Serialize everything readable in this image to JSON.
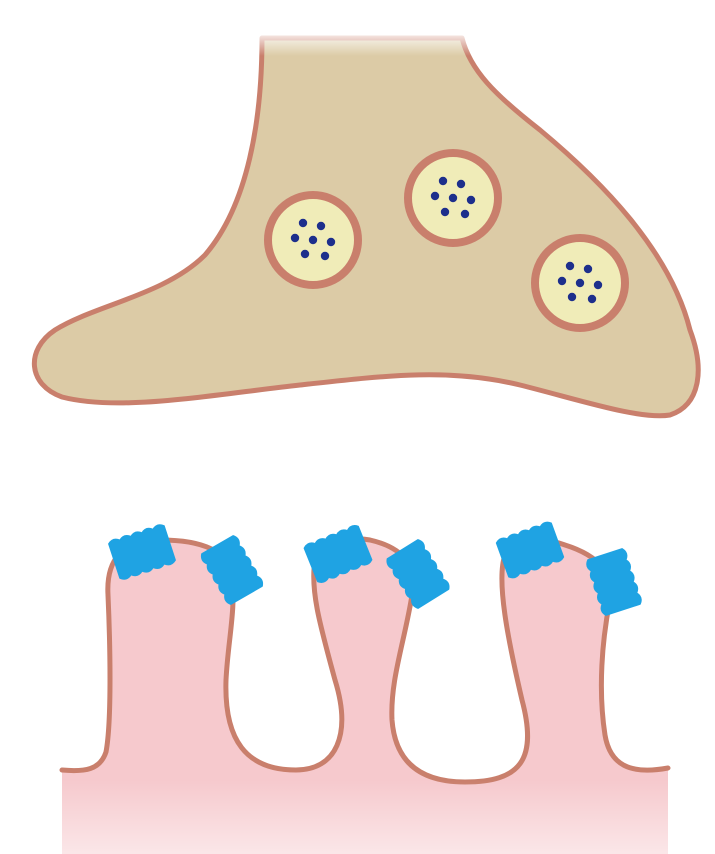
{
  "diagram": {
    "subject": "synapse",
    "presynaptic_terminal": {
      "fill": "#dccba6",
      "membrane": "#c97f6c",
      "vesicle_count": 3
    },
    "vesicle": {
      "fill": "#f0ecb8",
      "membrane": "#c97f6c",
      "neurotransmitter_color": "#1d2f8c",
      "dots_per_vesicle": 7
    },
    "postsynaptic_membrane": {
      "fill": "#f6c9cd",
      "membrane": "#c97f6c",
      "fold_count": 3
    },
    "receptor": {
      "fill": "#1fa3e3",
      "count": 6
    }
  }
}
